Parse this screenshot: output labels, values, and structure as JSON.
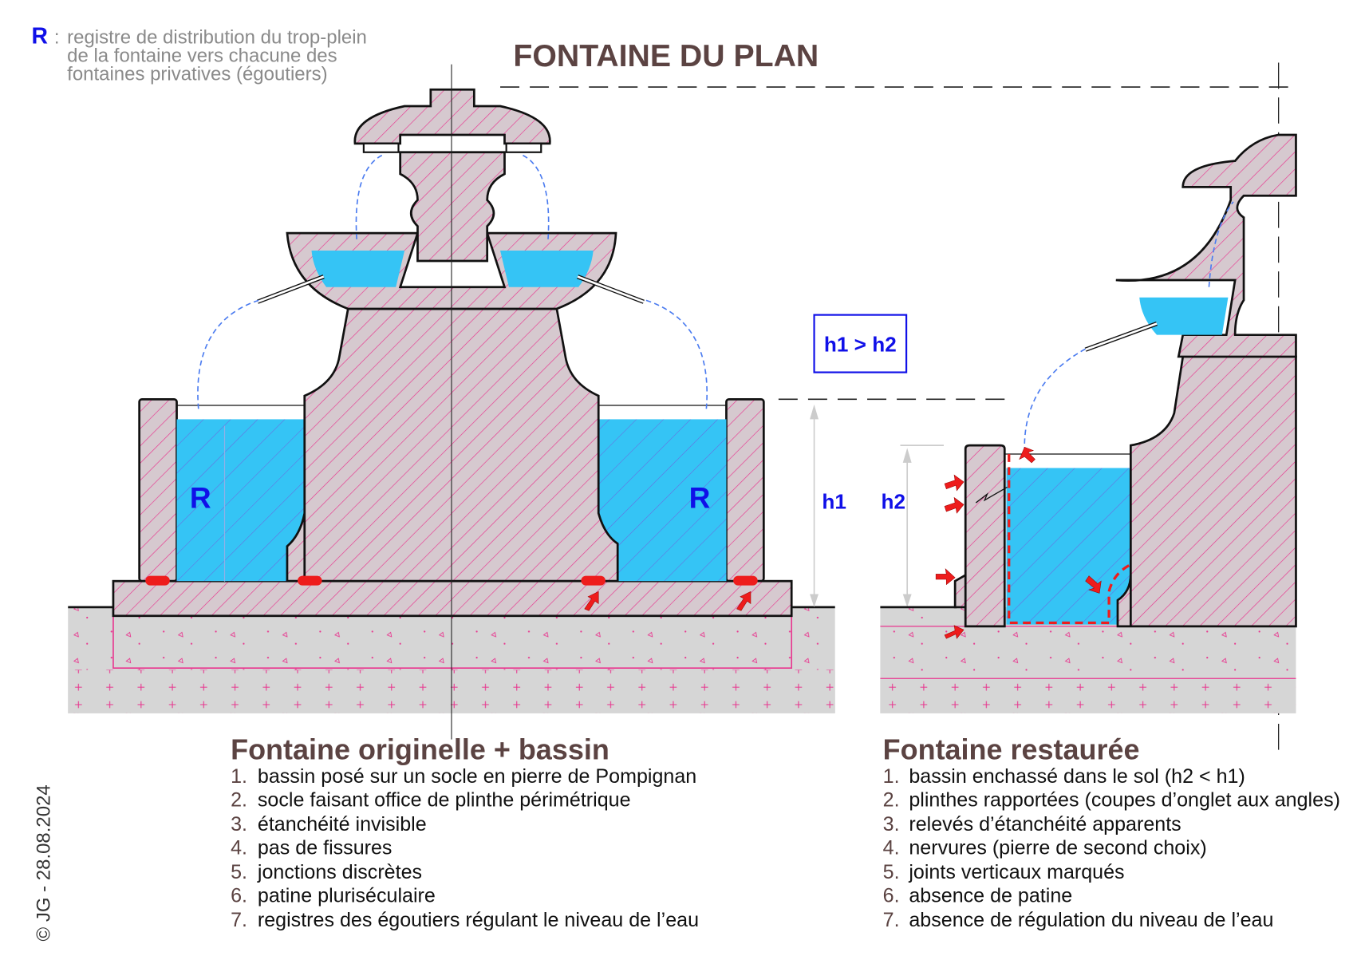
{
  "title": "FONTAINE DU PLAN",
  "legend": {
    "symbol": "R",
    "separator": ":",
    "lines": [
      "registre de distribution du trop-plein",
      "de la fontaine vers chacune des",
      "fontaines privatives (égoutiers)"
    ]
  },
  "diagram": {
    "register_label": "R",
    "comparison": "h1 > h2",
    "h1_label": "h1",
    "h2_label": "h2"
  },
  "original": {
    "heading": "Fontaine originelle + bassin",
    "items": [
      {
        "n": "1.",
        "text": "bassin posé sur un socle en pierre de Pompignan"
      },
      {
        "n": "2.",
        "text": "socle faisant office de plinthe périmétrique"
      },
      {
        "n": "3.",
        "text": "étanchéité invisible"
      },
      {
        "n": "4.",
        "text": "pas de fissures"
      },
      {
        "n": "5.",
        "text": "jonctions discrètes"
      },
      {
        "n": "6.",
        "text": "patine pluriséculaire"
      },
      {
        "n": "7.",
        "text": "registres des égoutiers régulant le niveau de l’eau"
      }
    ]
  },
  "restored": {
    "heading": "Fontaine restaurée",
    "items": [
      {
        "n": "1.",
        "text": "bassin enchassé dans le sol (h2 < h1)"
      },
      {
        "n": "2.",
        "text": "plinthes rapportées (coupes d’onglet aux angles)"
      },
      {
        "n": "3.",
        "text": "relevés d’étanchéité apparents"
      },
      {
        "n": "4.",
        "text": "nervures (pierre de second choix)"
      },
      {
        "n": "5.",
        "text": "joints verticaux marqués"
      },
      {
        "n": "6.",
        "text": "absence de patine"
      },
      {
        "n": "7.",
        "text": "absence de régulation du niveau de l’eau"
      }
    ]
  },
  "credit": "© JG - 28.08.2024",
  "colors": {
    "title": "#5b4342",
    "water": "#35c4f5",
    "accent": "#1010e8",
    "alert": "#ee1c1c",
    "hatch": "#e8378f"
  }
}
